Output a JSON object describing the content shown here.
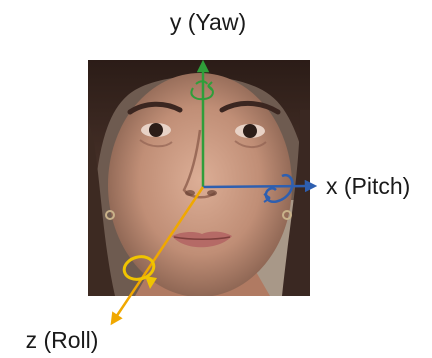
{
  "figure": {
    "axes": [
      {
        "id": "y",
        "label": "y (Yaw)",
        "color": "#2f9e3a"
      },
      {
        "id": "x",
        "label": "x (Pitch)",
        "color": "#2e5fb0"
      },
      {
        "id": "z",
        "label": "z (Roll)",
        "color": "#f0b200"
      }
    ],
    "photo": {
      "colors": {
        "skin_light": "#d9a890",
        "skin_mid": "#b5826a",
        "skin_dark": "#7a4f3e",
        "hair": "#3a2620",
        "background": "#6b5a50",
        "lips": "#b56a66",
        "eyes": "#2c1d18"
      }
    }
  }
}
